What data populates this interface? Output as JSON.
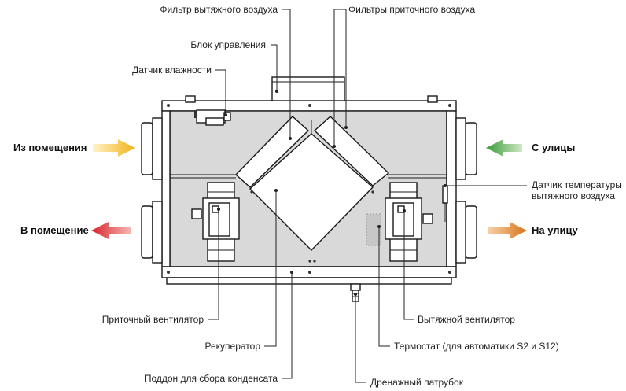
{
  "labels": {
    "exhaust_filter": "Фильтр вытяжного воздуха",
    "supply_filters": "Фильтры приточного воздуха",
    "control_unit": "Блок управления",
    "humidity_sensor": "Датчик влажности",
    "from_room": "Из помещения",
    "to_room": "В помещение",
    "from_street": "С улицы",
    "to_street": "На улицу",
    "exhaust_temp_sensor_line1": "Датчик температуры",
    "exhaust_temp_sensor_line2": "вытяжного воздуха",
    "supply_fan": "Приточный вентилятор",
    "exhaust_fan": "Вытяжной вентилятор",
    "recuperator": "Рекуператор",
    "thermostat": "Термостат (для автоматики S2 и S12)",
    "condensate_tray": "Поддон для сбора конденсата",
    "drain_pipe": "Дренажный патрубок"
  },
  "colors": {
    "arrow_from_room": "#f2b218",
    "arrow_to_room": "#d8222a",
    "arrow_from_street": "#3a9a3a",
    "arrow_to_street": "#d8741c",
    "unit_fill": "#d9d9d9"
  }
}
